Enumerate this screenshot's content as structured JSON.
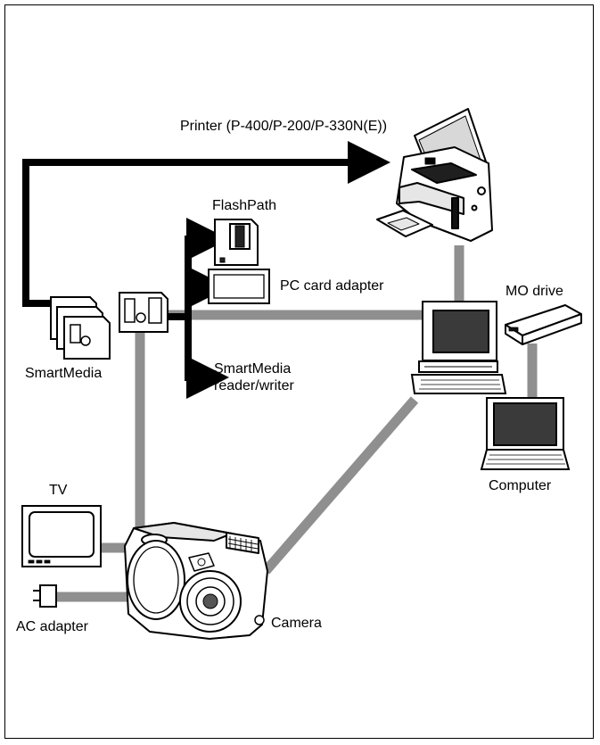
{
  "labels": {
    "printer": "Printer (P-400/P-200/P-330N(E))",
    "flashpath": "FlashPath",
    "pc_card_adapter": "PC card adapter",
    "mo_drive": "MO drive",
    "smartmedia": "SmartMedia",
    "smartmedia_rw_line1": "SmartMedia",
    "smartmedia_rw_line2": "reader/writer",
    "computer": "Computer",
    "tv": "TV",
    "ac_adapter": "AC adapter",
    "camera": "Camera"
  },
  "colors": {
    "connection_cable": "#8f8f8f",
    "media_arrow": "#000000",
    "outline": "#000000",
    "screen": "#3a3a3a",
    "background": "#ffffff"
  },
  "icons": {
    "printer": "printer-icon",
    "flashpath": "floppy-adapter-icon",
    "pc_card": "pc-card-icon",
    "smartmedia_cards": "memory-card-stack-icon",
    "smartmedia_card": "memory-card-icon",
    "desktop": "desktop-computer-icon",
    "laptop": "laptop-icon",
    "mo_drive": "external-drive-icon",
    "tv": "tv-icon",
    "ac_adapter": "power-plug-icon",
    "camera": "digital-camera-icon"
  }
}
